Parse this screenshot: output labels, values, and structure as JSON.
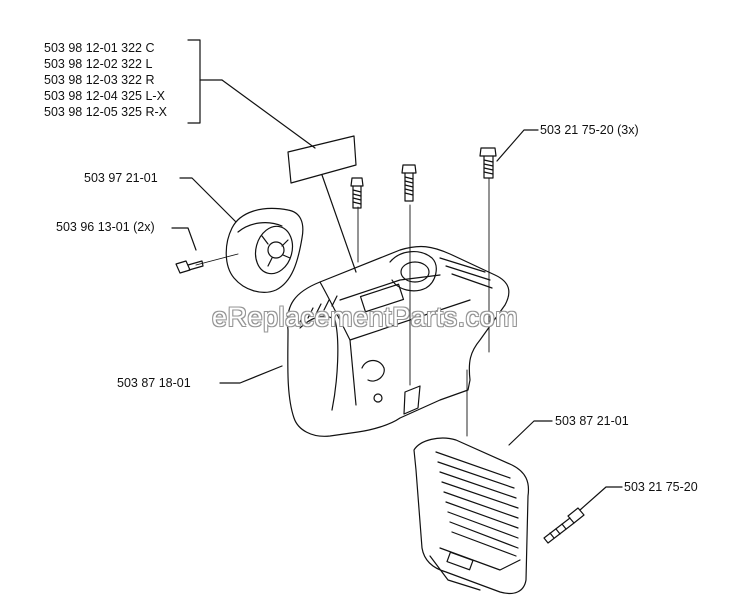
{
  "labels": {
    "group": [
      "503 98 12-01 322 C",
      "503 98 12-02 322 L",
      "503 98 12-03 322 R",
      "503 98 12-04 325 L-X",
      "503 98 12-05 325 R-X"
    ],
    "screws_3x": "503 21 75-20 (3x)",
    "filter_cover": "503 97 21-01",
    "screw_2x": "503 96 13-01 (2x)",
    "top_cover": "503 87 18-01",
    "cylinder_cover": "503 87 21-01",
    "screw_single": "503 21 75-20"
  },
  "watermark": "eReplacementParts.com"
}
